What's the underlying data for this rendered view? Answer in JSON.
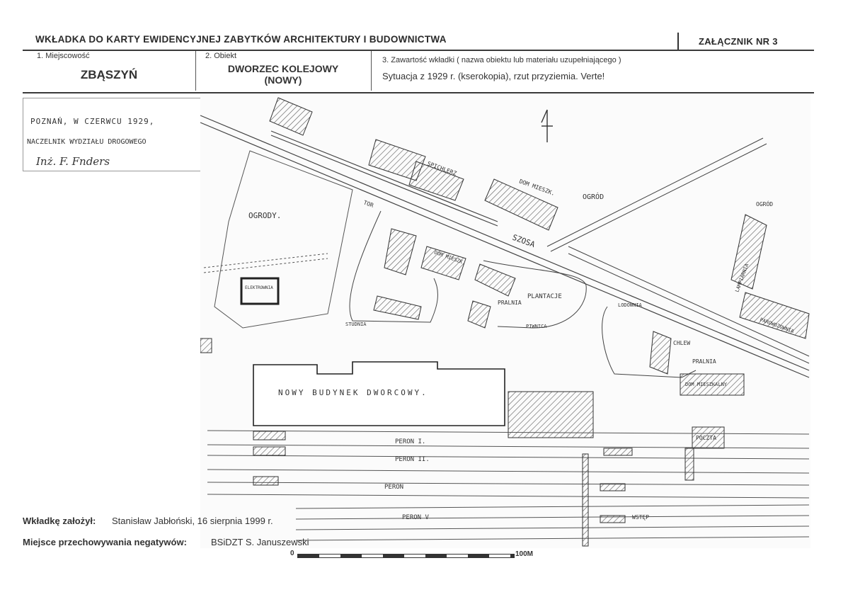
{
  "header": {
    "title": "WKŁADKA DO KARTY EWIDENCYJNEJ ZABYTKÓW ARCHITEKTURY I BUDOWNICTWA",
    "annex": "ZAŁĄCZNIK NR 3"
  },
  "fields": {
    "place_label": "1. Miejscowość",
    "place_value": "ZBĄSZYŃ",
    "object_label": "2. Obiekt",
    "object_value_line1": "DWORZEC KOLEJOWY",
    "object_value_line2": "(NOWY)",
    "content_label": "3. Zawartość wkładki ( nazwa obiektu lub materiału uzupełniającego )",
    "content_value": "Sytuacja z 1929 r. (kserokopia), rzut przyziemia. Verte!"
  },
  "note": {
    "line1": "POZNAŃ, W CZERWCU 1929,",
    "line2": "NACZELNIK WYDZIAŁU DROGOWEGO",
    "signature": "Inż. F. Fnders"
  },
  "plan": {
    "labels": {
      "gardens": "OGRODY.",
      "garden": "OGRÓD",
      "garden_right": "OGRÓD",
      "granary": "SPICHLERZ",
      "residential_house": "DOM MIESZK.",
      "house": "DOM MIESZK.",
      "road": "SZOSA",
      "track": "TOR",
      "plantings": "PLANTACJE",
      "laundry": "PRALNIA",
      "wash": "PRALNIA",
      "well": "STUDNIA",
      "cellar": "PIWNICA",
      "electric": "ELEKTROWNIA",
      "new_building": "NOWY BUDYNEK DWORCOWY.",
      "platform1": "PERON I.",
      "platform2": "PERON II.",
      "platform3": "PERON",
      "platform5": "PERON V",
      "shed": "CHLEW",
      "residential_big": "DOM MIESZKALNY",
      "post": "POCZTA",
      "entrance": "WSTĘP",
      "ice": "LODOWNIA",
      "lamp": "LAMPIARNIA",
      "engine": "PAROWOZOWNIA"
    }
  },
  "footer": {
    "created_label": "Wkładkę założył:",
    "created_value": "Stanisław Jabłoński, 16 sierpnia 1999 r.",
    "storage_label": "Miejsce przechowywania negatywów:",
    "storage_value": "BSiDZT S. Januszewski",
    "scale_start": "0",
    "scale_end": "100M"
  },
  "colors": {
    "ink": "#333333",
    "hatch": "#555555"
  }
}
